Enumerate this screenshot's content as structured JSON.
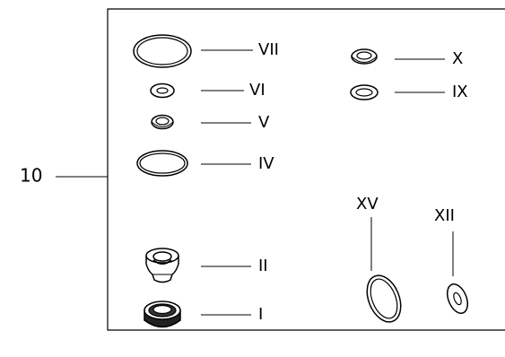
{
  "assembly": {
    "label": "10"
  },
  "parts": {
    "vii": {
      "label": "VII"
    },
    "vi": {
      "label": "VI"
    },
    "v": {
      "label": "V"
    },
    "iv": {
      "label": "IV"
    },
    "x": {
      "label": "X"
    },
    "ix": {
      "label": "IX"
    },
    "xv": {
      "label": "XV"
    },
    "xii": {
      "label": "XII"
    },
    "ii": {
      "label": "II"
    },
    "i": {
      "label": "I"
    }
  }
}
